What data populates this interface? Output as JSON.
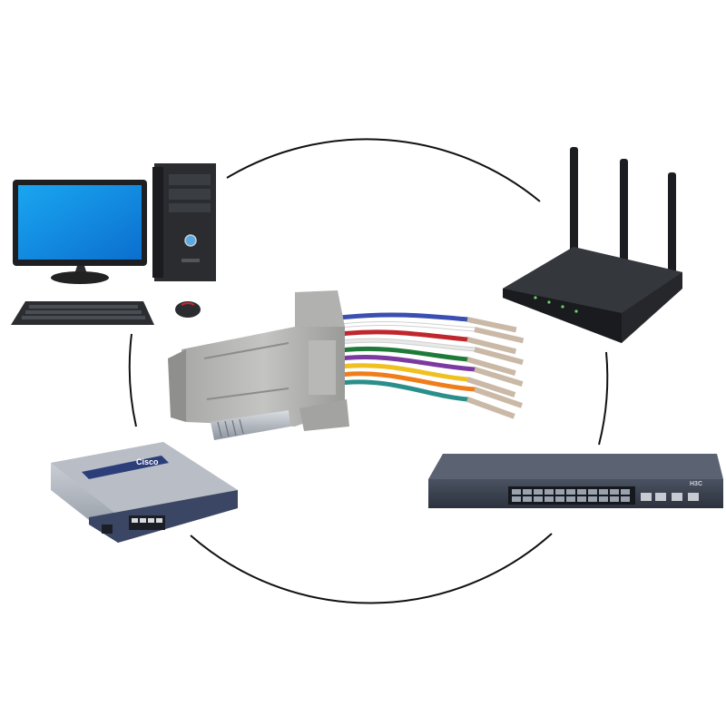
{
  "image": {
    "background_color": "#ffffff",
    "devices": [
      {
        "name": "desktop-computer",
        "icon": "desktop-computer-icon"
      },
      {
        "name": "wifi-router",
        "icon": "router-icon"
      },
      {
        "name": "vpn-router",
        "icon": "vpn-router-icon",
        "brand_text": "Cisco"
      },
      {
        "name": "network-switch",
        "icon": "switch-icon",
        "brand_text": "H3C"
      },
      {
        "name": "db25-to-rj45-adapter",
        "icon": "adapter-icon"
      }
    ],
    "wire_colors": [
      "#3a4fb0",
      "#ffffff",
      "#c0272d",
      "#e8e8e8",
      "#1f7a3a",
      "#7a3aa0",
      "#f0c020",
      "#ef7d1a",
      "#2a8f8a"
    ]
  }
}
